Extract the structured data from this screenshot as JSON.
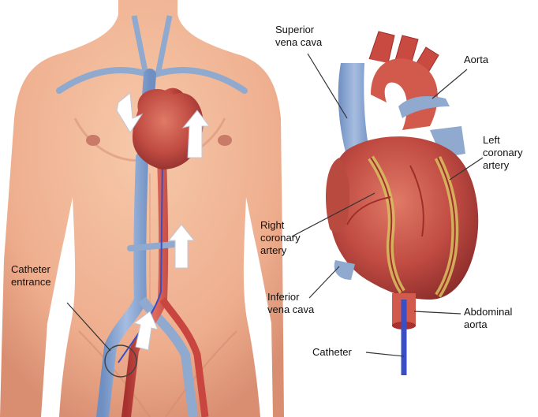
{
  "labels": {
    "superior_vena_cava": [
      "Superior",
      "vena cava"
    ],
    "aorta": [
      "Aorta"
    ],
    "left_coronary_artery": [
      "Left",
      "coronary",
      "artery"
    ],
    "right_coronary_artery": [
      "Right",
      "coronary",
      "artery"
    ],
    "inferior_vena_cava": [
      "Inferior",
      "vena cava"
    ],
    "abdominal_aorta": [
      "Abdominal",
      "aorta"
    ],
    "catheter": [
      "Catheter"
    ],
    "catheter_entrance": [
      "Catheter",
      "entrance"
    ]
  },
  "colors": {
    "skin": "#f0b898",
    "skin_shadow": "#d99078",
    "artery": "#c8463f",
    "vein": "#8fa9cf",
    "heart": "#c9554a",
    "fat": "#d8c060",
    "catheter": "#3b4fc4",
    "label_line": "#333333"
  }
}
